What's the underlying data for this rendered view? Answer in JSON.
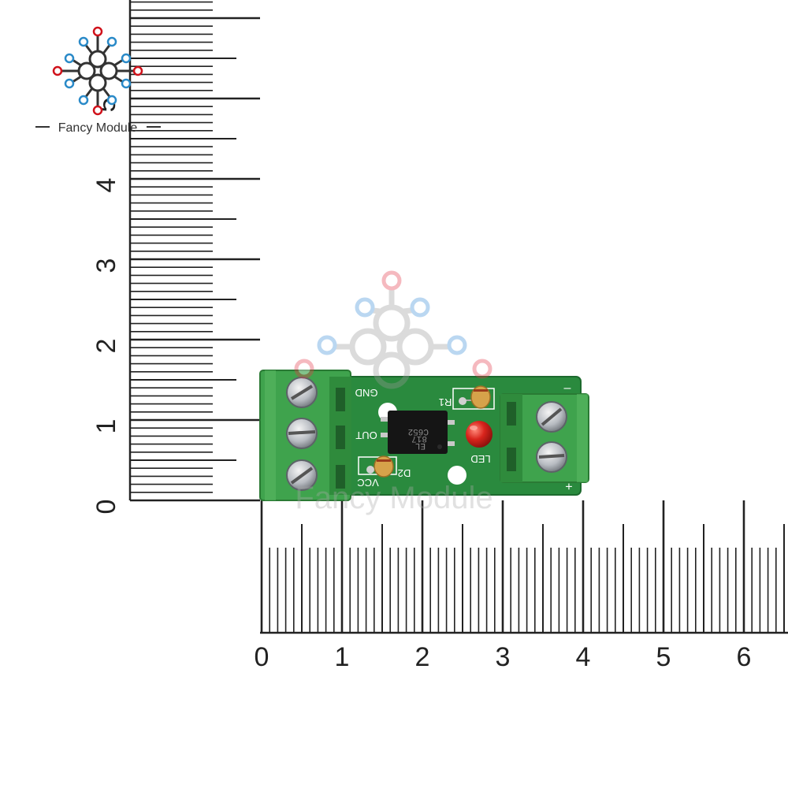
{
  "brand": {
    "logo_text": "Fancy Module",
    "watermark_text": "Fancy Module",
    "colors": {
      "red": "#d0121b",
      "blue": "#2a8ac8",
      "dark": "#333333"
    }
  },
  "ruler_vertical": {
    "unit_labels": [
      "0",
      "1",
      "2",
      "3",
      "4",
      "5"
    ]
  },
  "ruler_horizontal": {
    "unit_labels": [
      "0",
      "1",
      "2",
      "3",
      "4",
      "5",
      "6"
    ]
  },
  "module": {
    "silkscreen": {
      "gnd": "GND",
      "out": "OUT",
      "vcc": "VCC",
      "d2": "D2",
      "r1": "R1",
      "led": "LED",
      "minus": "–",
      "plus": "+"
    },
    "chip_text": [
      "EL",
      "817",
      "C652"
    ],
    "colors": {
      "pcb": "#2a8a3e",
      "terminal": "#3fa34d",
      "led": "#d8241c",
      "resistor": "#d6a24a"
    }
  }
}
